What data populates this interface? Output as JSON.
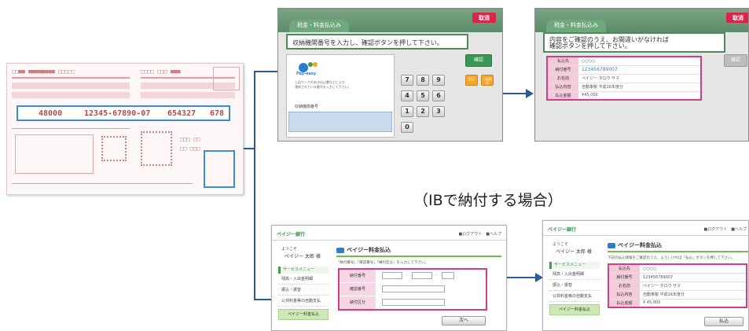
{
  "slip": {
    "band_left": "48000",
    "band_code": "12345-67890-07",
    "band_number": "654327",
    "band_right": "678"
  },
  "kiosk1": {
    "tab_label": "税金・料金払込み",
    "cancel_label": "取消",
    "instruction": "収納機関番号を入力し、確認ボタンを押して下さい。",
    "logo_text": "Pay-easy",
    "info_line1": "上記マークのある払込書などにより",
    "info_line2": "通知されている番号を入力して下さい。",
    "field_label": "収納機関番号",
    "confirm_label": "確認",
    "keys": [
      "7",
      "8",
      "9",
      "4",
      "5",
      "6",
      "1",
      "2",
      "3",
      "0"
    ],
    "fix_label": "訂正",
    "clear_label": "一括取消"
  },
  "kiosk2": {
    "tab_label": "税金・料金払込み",
    "cancel_label": "取消",
    "instruction_line1": "内容をご確認のうえ、お間違いがなければ",
    "instruction_line2": "確認ボタンを押して下さい。",
    "confirm_label": "確認",
    "rows": [
      {
        "label": "払込先",
        "value": "○○○○"
      },
      {
        "label": "納付番号",
        "value": "123456789007"
      },
      {
        "label": "お名前",
        "value": "ペイジー タロウ サマ"
      },
      {
        "label": "払込内容",
        "value": "自動車税 平成16年度分"
      },
      {
        "label": "払込金額",
        "value": "¥45,000"
      }
    ]
  },
  "caption": "（IBで納付する場合）",
  "web1": {
    "bank_name": "ペイジー銀行",
    "logout": "■ログアウト　■ヘルプ",
    "welcome": "ようこそ",
    "user": "ペイジー 太郎 様",
    "menu_head": "サービスメニュー",
    "menu_items": [
      "残高・入出金明細",
      "振込・振替",
      "公共料金等の自動支払"
    ],
    "menu_active": "ペイジー料金払込",
    "page_title": "ペイジー料金払込",
    "description": "「納付番号」「確認番号」「納付区分」を入力して下さい。",
    "fields": [
      "納付番号",
      "確認番号",
      "納付区分"
    ],
    "next_label": "次へ"
  },
  "web2": {
    "bank_name": "ペイジー銀行",
    "logout": "■ログアウト　■ヘルプ",
    "welcome": "ようこそ",
    "user": "ペイジー 太郎 様",
    "menu_head": "サービスメニュー",
    "menu_items": [
      "残高・入出金明細",
      "振込・振替",
      "公共料金等の自動支払"
    ],
    "menu_active": "ペイジー料金払込",
    "page_title": "ペイジー料金払込",
    "description": "下記の払込情報をご確認のうえ、よろしければ「払込」ボタンを押して下さい。",
    "rows": [
      {
        "label": "払込先",
        "value": "○○○○"
      },
      {
        "label": "納付番号",
        "value": "123456789007"
      },
      {
        "label": "お名前",
        "value": "ペイジー タロウ サマ"
      },
      {
        "label": "払込内容",
        "value": "自動車税 平成16年度分"
      },
      {
        "label": "払込金額",
        "value": "¥ 45,000"
      }
    ],
    "pay_label": "払込"
  },
  "colors": {
    "connector": "#2a5a9a",
    "highlight_pink": "#d43c87",
    "kiosk_green": "#5d8c6a",
    "cancel_red": "#d8264b",
    "slip_blue": "#3b8fd0"
  }
}
